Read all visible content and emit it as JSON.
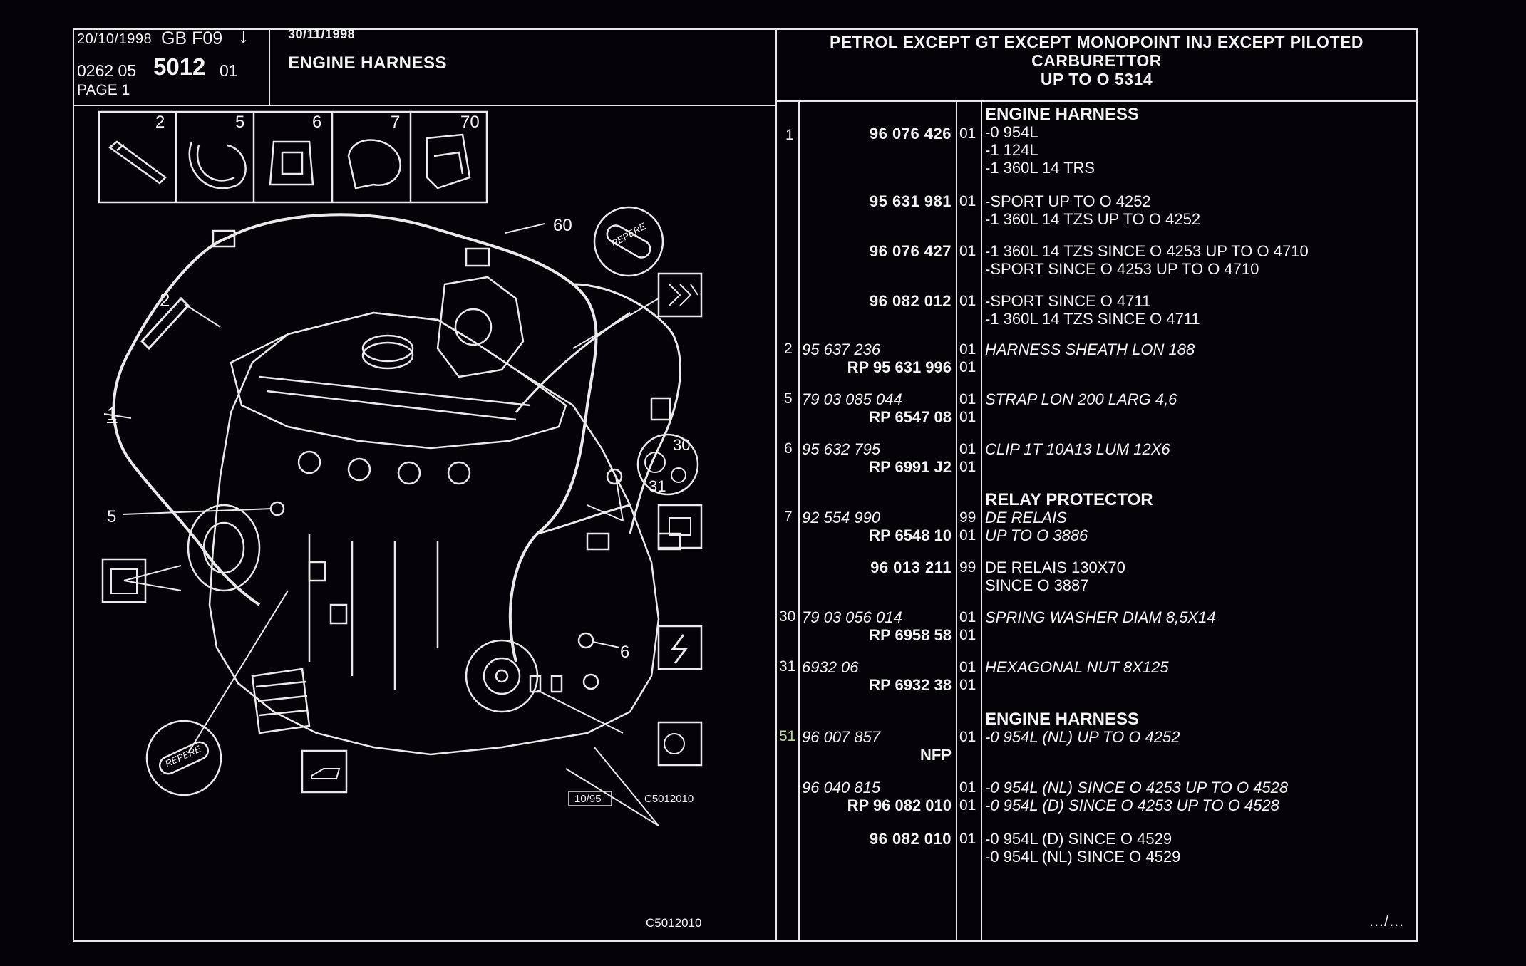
{
  "header": {
    "date1": "20/10/1998",
    "lang_code": "GB  F09",
    "arrow": "↓",
    "code_prefix": "0262  05",
    "code_main": "5012",
    "code_suffix": "01",
    "page": "PAGE  1",
    "date2": "30/11/1998",
    "title": "ENGINE HARNESS",
    "application_line1": "PETROL EXCEPT  GT EXCEPT  MONOPOINT INJ EXCEPT  PILOTED",
    "application_line2": "CARBURETTOR",
    "application_line3": "UP TO  O   5314"
  },
  "diagram": {
    "icon_labels": [
      "2",
      "5",
      "6",
      "7",
      "70"
    ],
    "callouts": [
      "60",
      "2",
      "1",
      "5",
      "30",
      "31",
      "6"
    ],
    "tag_text": "REPERE",
    "ref_box": "10/95",
    "ref_code": "C5012010",
    "footer_code": "C5012010"
  },
  "parts": [
    {
      "item": "1",
      "part_lines": [
        "96 076 426"
      ],
      "cond_lines": [
        "01"
      ],
      "desc_lines": [
        "ENGINE HARNESS",
        "-0 954L",
        "-1 124L",
        "-1 360L 14 TRS"
      ]
    },
    {
      "item": "",
      "part_lines": [
        "95 631 981"
      ],
      "cond_lines": [
        "01"
      ],
      "desc_lines": [
        "-SPORT UP TO  O  4252",
        "-1 360L 14 TZS UP TO  O  4252"
      ]
    },
    {
      "item": "",
      "part_lines": [
        "96 076 427"
      ],
      "cond_lines": [
        "01"
      ],
      "desc_lines": [
        "-1 360L 14 TZS SINCE  O  4253 UP TO  O  4710",
        "-SPORT SINCE  O  4253 UP TO  O  4710"
      ]
    },
    {
      "item": "",
      "part_lines": [
        "96 082 012"
      ],
      "cond_lines": [
        "01"
      ],
      "desc_lines": [
        "-SPORT SINCE  O  4711",
        "-1 360L 14 TZS SINCE  O  4711"
      ]
    },
    {
      "item": "2",
      "part_lines": [
        "95 637 236",
        "RP   95 631 996"
      ],
      "cond_lines": [
        "01",
        "01"
      ],
      "desc_lines": [
        "HARNESS SHEATH LON 188"
      ]
    },
    {
      "item": "5",
      "part_lines": [
        "79 03 085 044",
        "RP  6547 08"
      ],
      "cond_lines": [
        "01",
        "01"
      ],
      "desc_lines": [
        "STRAP LON 200 LARG 4,6"
      ]
    },
    {
      "item": "6",
      "part_lines": [
        "95 632 795",
        "RP  6991 J2"
      ],
      "cond_lines": [
        "01",
        "01"
      ],
      "desc_lines": [
        "CLIP 1T 10A13 LUM 12X6"
      ]
    },
    {
      "item": "7",
      "part_lines": [
        "92 554 990",
        "RP  6548 10"
      ],
      "cond_lines": [
        "99",
        "01"
      ],
      "desc_lines": [
        "RELAY PROTECTOR",
        "DE RELAIS",
        "UP TO  O  3886"
      ]
    },
    {
      "item": "",
      "part_lines": [
        "96 013 211"
      ],
      "cond_lines": [
        "99"
      ],
      "desc_lines": [
        "DE RELAIS 130X70",
        "SINCE  O  3887"
      ]
    },
    {
      "item": "30",
      "part_lines": [
        "79 03 056 014",
        "RP  6958 58"
      ],
      "cond_lines": [
        "01",
        "01"
      ],
      "desc_lines": [
        "SPRING WASHER DIAM 8,5X14"
      ]
    },
    {
      "item": "31",
      "part_lines": [
        "6932 06",
        "RP  6932 38"
      ],
      "cond_lines": [
        "01",
        "01"
      ],
      "desc_lines": [
        "HEXAGONAL NUT 8X125"
      ]
    },
    {
      "item": "51",
      "part_lines": [
        "96 007 857",
        "NFP"
      ],
      "cond_lines": [
        "01"
      ],
      "desc_lines": [
        "ENGINE HARNESS",
        "-0 954L (NL) UP TO  O  4252"
      ]
    },
    {
      "item": "",
      "part_lines": [
        "96 040 815",
        "RP   96 082 010"
      ],
      "cond_lines": [
        "01",
        "01"
      ],
      "desc_lines": [
        "-0 954L (NL) SINCE  O  4253 UP TO  O  4528",
        "-0 954L (D) SINCE  O  4253 UP TO  O  4528"
      ]
    },
    {
      "item": "",
      "part_lines": [
        "96 082 010"
      ],
      "cond_lines": [
        "01"
      ],
      "desc_lines": [
        "-0 954L (D) SINCE  O  4529",
        "-0 954L (NL) SINCE  O  4529"
      ]
    }
  ],
  "footer": {
    "continue": "…/…"
  }
}
